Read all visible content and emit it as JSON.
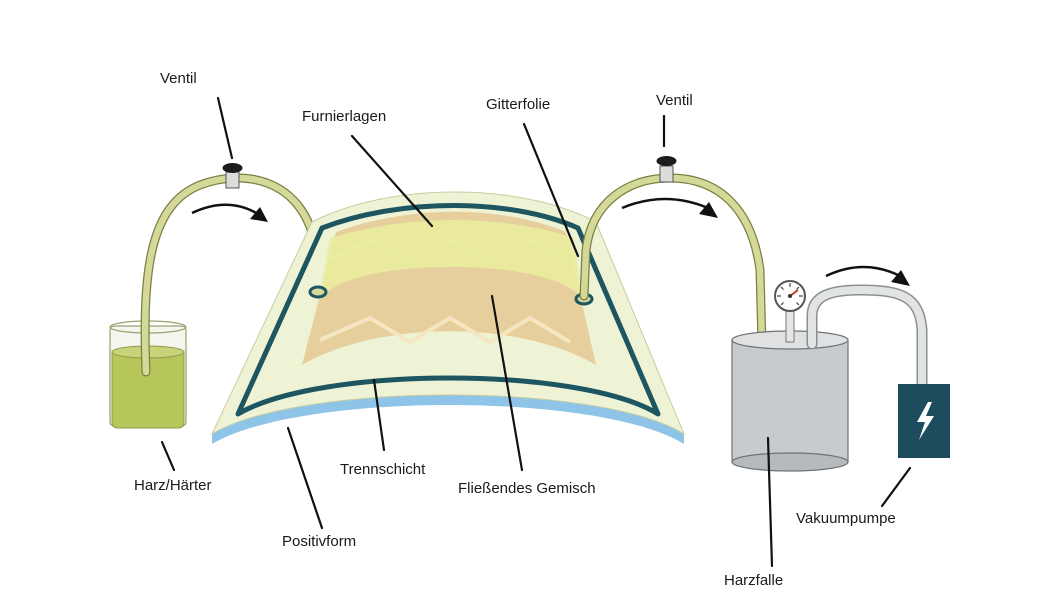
{
  "labels": {
    "ventil_left": "Ventil",
    "furnierlagen": "Furnierlagen",
    "gitterfolie": "Gitterfolie",
    "ventil_right": "Ventil",
    "harz_haerter": "Harz/Härter",
    "trennschicht": "Trennschicht",
    "fliessendes_gemisch": "Fließendes Gemisch",
    "positivform": "Positivform",
    "harzfalle": "Harzfalle",
    "vakuumpumpe": "Vakuumpumpe"
  },
  "icons": {
    "pump": "lightning-bolt-icon",
    "gauge": "pressure-gauge-icon",
    "arrow": "curved-arrow-icon",
    "valve": "valve-icon"
  },
  "colors": {
    "resin": "#c3d07a",
    "resin_beaker": "#b6c65a",
    "tube": "#d4d99a",
    "tube_outline": "#7a8040",
    "mold_blue": "#8dc4e8",
    "release_layer": "#eef3d6",
    "veneer_tan": "#e6cf9c",
    "veneer_fill": "#e9ec9e",
    "seal_dark": "#1d5560",
    "trap_grey": "#c8cbce",
    "pump_dark": "#1d4d5c",
    "vacuum_tube": "#e2e4e4"
  }
}
